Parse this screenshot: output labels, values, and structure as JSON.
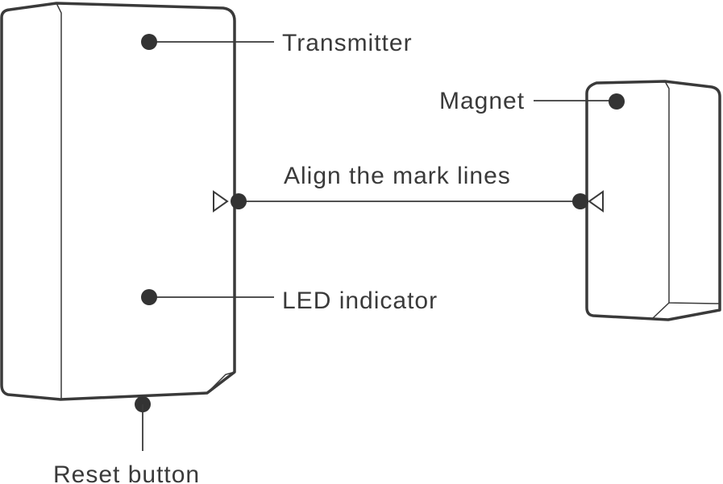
{
  "labels": {
    "transmitter": "Transmitter",
    "magnet": "Magnet",
    "align": "Align the mark lines",
    "led": "LED indicator",
    "reset": "Reset button"
  },
  "colors": {
    "line": "#3a3a3a",
    "dot": "#333333",
    "background": "#ffffff"
  }
}
